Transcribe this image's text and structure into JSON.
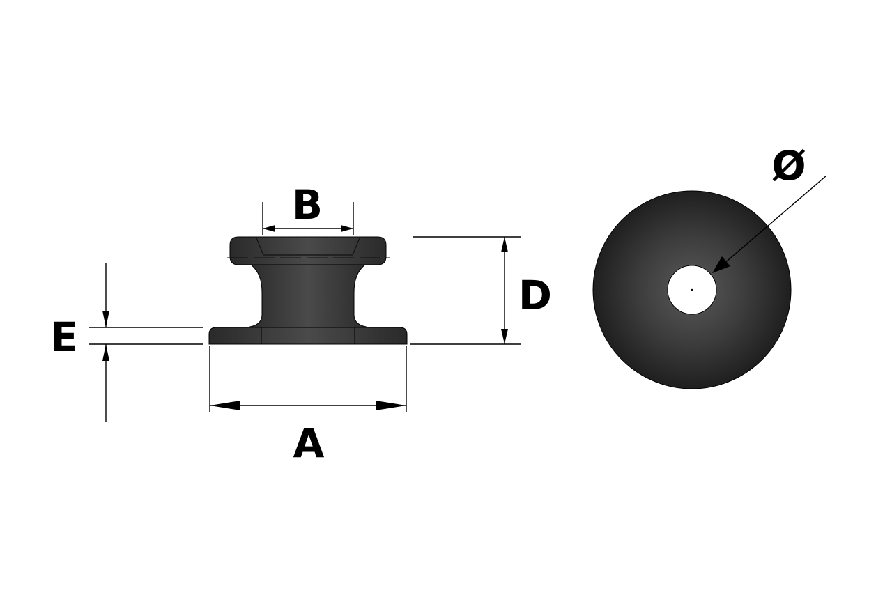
{
  "dimensions": {
    "a": "A",
    "b": "B",
    "d": "D",
    "e": "E",
    "diameter": "Ø"
  },
  "colors": {
    "part_dark": "#2e2e2e",
    "part_mid": "#4a4a4a",
    "outline": "#000000",
    "background": "#ffffff",
    "hole": "#ffffff"
  }
}
